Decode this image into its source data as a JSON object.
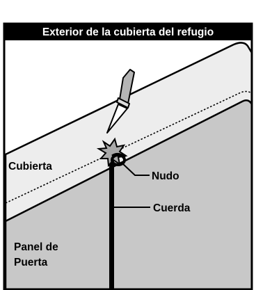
{
  "title": "Exterior de la cubierta del refugio",
  "labels": {
    "cover": "Cubierta",
    "knot": "Nudo",
    "cord": "Cuerda",
    "door_panel_line1": "Panel de",
    "door_panel_line2": "Puerta"
  },
  "colors": {
    "title_bar": "#000000",
    "cover_fill": "#ededed",
    "panel_fill": "#c8c8c8",
    "outline": "#000000"
  },
  "icons": [
    "knife-icon",
    "knot-icon"
  ]
}
